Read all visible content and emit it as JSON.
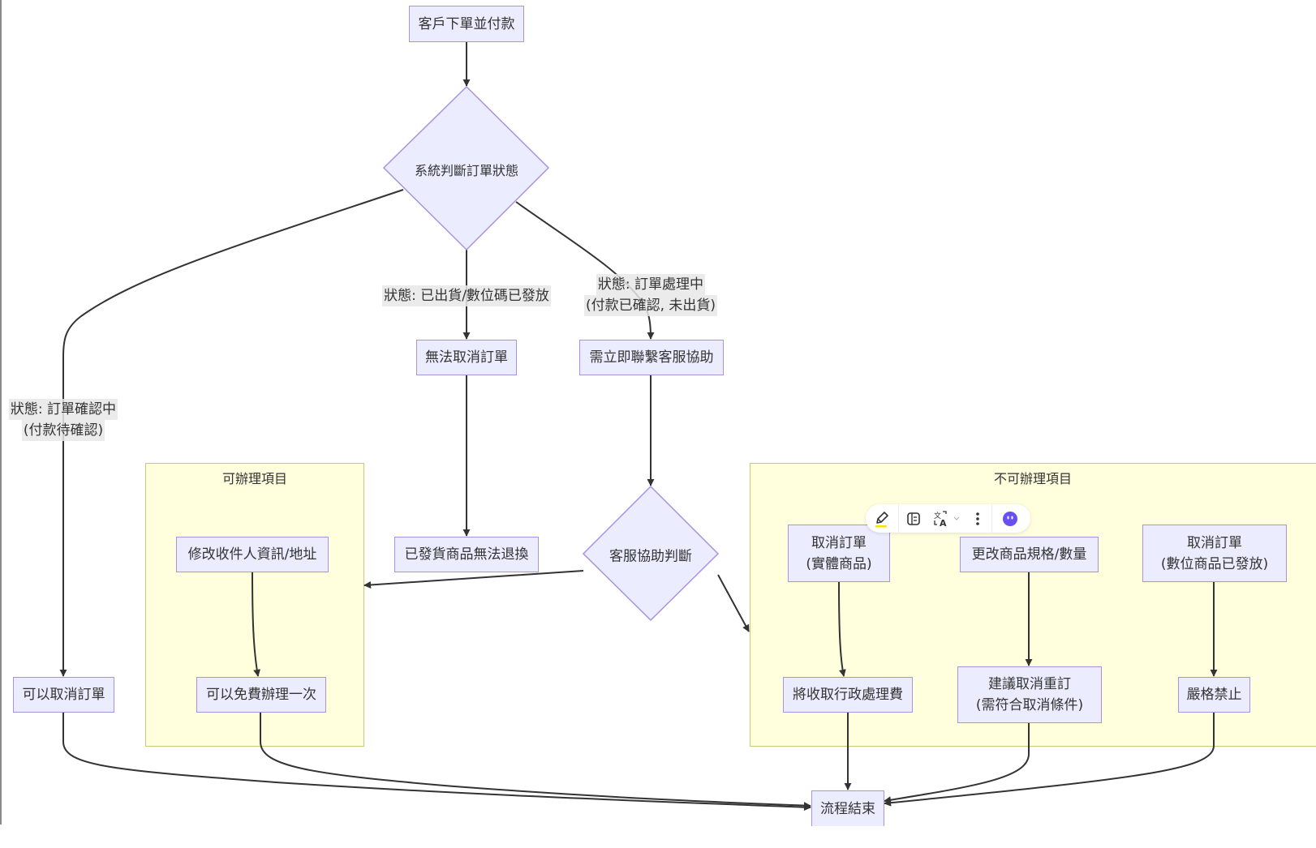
{
  "diagram": {
    "nodes": {
      "start": "客戶下單並付款",
      "decision_system": "系統判斷訂單狀態",
      "cannot_cancel": "無法取消訂單",
      "contact_cs": "需立即聯繫客服協助",
      "shipped_no_return": "已發貨商品無法退換",
      "decision_cs": "客服協助判斷",
      "can_cancel": "可以取消訂單",
      "modify_recipient": "修改收件人資訊/地址",
      "free_once": "可以免費辦理一次",
      "cancel_physical_l1": "取消訂單",
      "cancel_physical_l2": "(實體商品)",
      "change_spec": "更改商品規格/數量",
      "cancel_digital_l1": "取消訂單",
      "cancel_digital_l2": "(數位商品已發放)",
      "admin_fee": "將收取行政處理費",
      "suggest_reorder_l1": "建議取消重訂",
      "suggest_reorder_l2": "(需符合取消條件)",
      "strictly_forbidden": "嚴格禁止",
      "end": "流程結束"
    },
    "edge_labels": {
      "shipped": "狀態: 已出貨/數位碼已發放",
      "processing_l1": "狀態: 訂單處理中",
      "processing_l2": "(付款已確認, 未出貨)",
      "confirming_l1": "狀態: 訂單確認中",
      "confirming_l2": "(付款待確認)"
    },
    "clusters": {
      "allowed": "可辦理項目",
      "not_allowed": "不可辦理項目"
    },
    "edges": [
      {
        "from": "start",
        "to": "decision_system"
      },
      {
        "from": "decision_system",
        "to": "can_cancel",
        "label": "confirming"
      },
      {
        "from": "decision_system",
        "to": "cannot_cancel",
        "label": "shipped"
      },
      {
        "from": "decision_system",
        "to": "contact_cs",
        "label": "processing"
      },
      {
        "from": "cannot_cancel",
        "to": "shipped_no_return"
      },
      {
        "from": "contact_cs",
        "to": "decision_cs"
      },
      {
        "from": "decision_cs",
        "to": "allowed"
      },
      {
        "from": "decision_cs",
        "to": "not_allowed"
      },
      {
        "from": "modify_recipient",
        "to": "free_once"
      },
      {
        "from": "cancel_physical",
        "to": "admin_fee"
      },
      {
        "from": "change_spec",
        "to": "suggest_reorder"
      },
      {
        "from": "cancel_digital",
        "to": "strictly_forbidden"
      },
      {
        "from": "can_cancel",
        "to": "end"
      },
      {
        "from": "free_once",
        "to": "end"
      },
      {
        "from": "admin_fee",
        "to": "end"
      },
      {
        "from": "suggest_reorder",
        "to": "end"
      },
      {
        "from": "strictly_forbidden",
        "to": "end"
      }
    ]
  },
  "colors": {
    "node_fill": "#ececff",
    "node_stroke": "#a993e0",
    "cluster_fill": "#ffffde",
    "cluster_stroke": "#c9c97a",
    "edge": "#333333",
    "label_bg": "#e8e8e8",
    "highlight_underline": "#f5e400",
    "assistant_icon": "#6a4ff0"
  },
  "toolbar": {
    "icons": [
      "highlighter-icon",
      "notebook-icon",
      "translate-icon",
      "more-vertical-icon",
      "assistant-icon"
    ]
  }
}
